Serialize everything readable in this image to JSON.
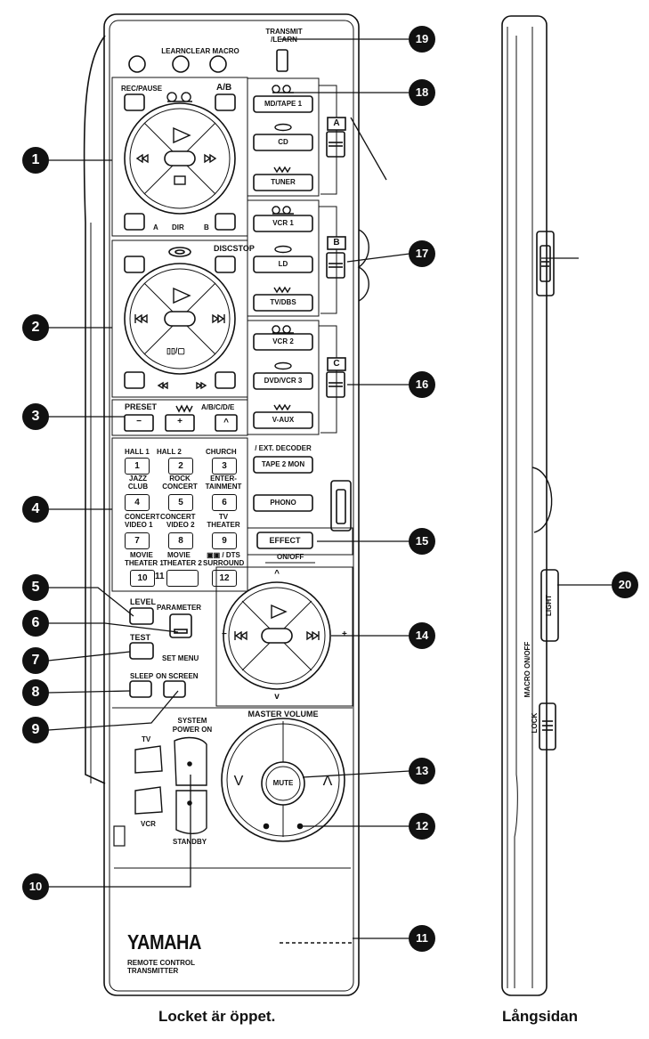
{
  "captions": {
    "front": "Locket är öppet.",
    "side": "Långsidan"
  },
  "brand": {
    "name": "YAMAHA",
    "line1": "REMOTE CONTROL",
    "line2": "TRANSMITTER"
  },
  "top": {
    "transmit1": "TRANSMIT",
    "transmit2": "/LEARN",
    "learn_clear_macro": "LEARNCLEAR MACRO"
  },
  "tape": {
    "rec_pause": "REC/PAUSE",
    "ab": "A/B",
    "a": "A",
    "dir": "DIR",
    "b": "B"
  },
  "disc": {
    "discstop": "DISCSTOP",
    "pause_stop": "▯▯/▢"
  },
  "preset": {
    "label": "PRESET",
    "abcde": "A/B/C/D/E",
    "minus": "−",
    "plus": "+",
    "up": "^"
  },
  "keypad": {
    "labels": [
      "HALL 1",
      "HALL 2",
      "CHURCH",
      "JAZZ",
      "CLUB",
      "ROCK",
      "CONCERT",
      "ENTER-",
      "TAINMENT",
      "CONCERT",
      "CONCERT",
      "TV",
      "VIDEO 1",
      "VIDEO 2",
      "THEATER",
      "MOVIE",
      "MOVIE",
      "▣▣ / DTS",
      "THEATER 1",
      "THEATER 2",
      "SURROUND"
    ],
    "numbers": [
      "1",
      "2",
      "3",
      "4",
      "5",
      "6",
      "7",
      "8",
      "9",
      "10",
      "11",
      "12"
    ]
  },
  "inputs": {
    "md_tape1": "MD/TAPE 1",
    "cd": "CD",
    "tuner": "TUNER",
    "vcr1": "VCR 1",
    "ld": "LD",
    "tv_dbs": "TV/DBS",
    "vcr2": "VCR 2",
    "dvd_vcr3": "DVD/VCR 3",
    "v_aux": "V-AUX",
    "ext_decoder": "/ EXT. DECODER",
    "tape2mon": "TAPE 2 MON",
    "phono": "PHONO",
    "switch_a": "A",
    "switch_b": "B",
    "switch_c": "C"
  },
  "effect": {
    "label": "EFFECT",
    "onoff": "ON/OFF"
  },
  "menu": {
    "level": "LEVEL",
    "parameter": "PARAMETER",
    "set_menu": "SET MENU",
    "test": "TEST",
    "sleep": "SLEEP",
    "on_screen": "ON SCREEN",
    "minus": "−",
    "plus": "+",
    "down": "v",
    "up": "^"
  },
  "power": {
    "system": "SYSTEM",
    "power_on": "POWER ON",
    "tv": "TV",
    "vcr": "VCR",
    "standby": "STANDBY"
  },
  "volume": {
    "master": "MASTER VOLUME",
    "mute": "MUTE",
    "down": "V",
    "up": "Λ"
  },
  "side": {
    "light": "LIGHT",
    "macro_on_off": "MACRO ON/OFF",
    "lock": "LOCK"
  },
  "callouts": [
    {
      "label": "1"
    },
    {
      "label": "2"
    },
    {
      "label": "3"
    },
    {
      "label": "4"
    },
    {
      "label": "5"
    },
    {
      "label": "6"
    },
    {
      "label": "7"
    },
    {
      "label": "8"
    },
    {
      "label": "9"
    },
    {
      "label": "10"
    },
    {
      "label": "11"
    },
    {
      "label": "12"
    },
    {
      "label": "13"
    },
    {
      "label": "14"
    },
    {
      "label": "15"
    },
    {
      "label": "16"
    },
    {
      "label": "17"
    },
    {
      "label": "18"
    },
    {
      "label": "19"
    },
    {
      "label": "20"
    }
  ]
}
